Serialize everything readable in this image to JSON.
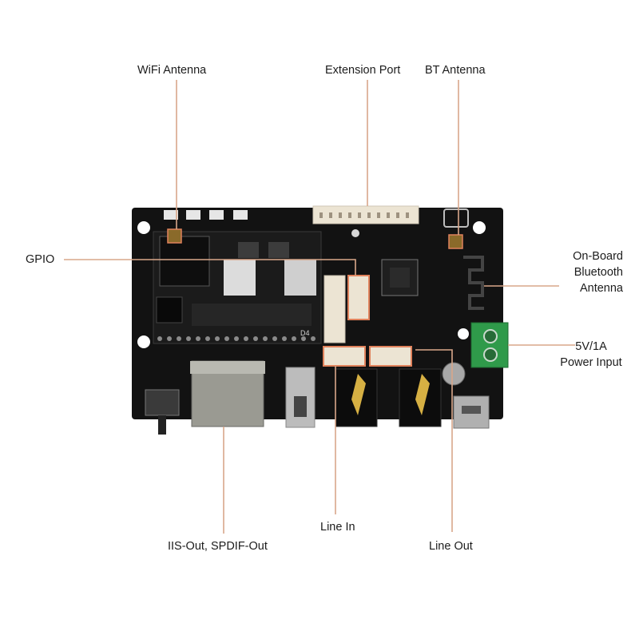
{
  "labels": {
    "wifi_antenna": "WiFi Antenna",
    "extension_port": "Extension Port",
    "bt_antenna": "BT Antenna",
    "gpio": "GPIO",
    "onboard_bt_line1": "On-Board",
    "onboard_bt_line2": "Bluetooth",
    "onboard_bt_line3": "Antenna",
    "power_line1": "5V/1A",
    "power_line2": "Power Input",
    "line_in": "Line In",
    "iis_spdif_out": "IIS-Out, SPDIF-Out",
    "line_out": "Line Out",
    "silk_d4": "D4"
  },
  "colors": {
    "leader_line": "#d9a78a",
    "pcb": "#121212",
    "connector_outline": "#e0825c",
    "terminal_green": "#2f9a4a",
    "connector_cream": "#ece4d3"
  }
}
